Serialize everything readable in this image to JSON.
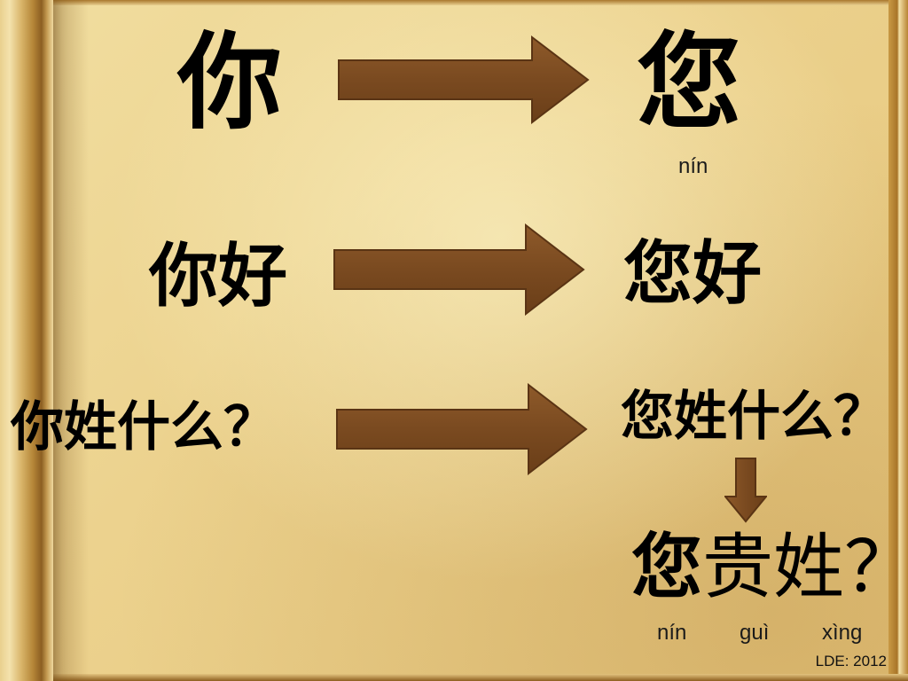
{
  "rows": [
    {
      "left": "你",
      "right": "您",
      "pinyin": "nín"
    },
    {
      "left": "你好",
      "right": "您好"
    },
    {
      "left": "你姓什么？",
      "right": "您姓什么？"
    }
  ],
  "result": {
    "text_first": "您",
    "text_rest": "贵姓？",
    "pinyin": [
      "nín",
      "guì",
      "xìng"
    ]
  },
  "credit": "LDE: 2012",
  "colors": {
    "arrow_fill": "#7d4d22",
    "arrow_stroke": "#5a3414",
    "paper": "#ecd28e"
  },
  "icons": {
    "arrow": "right-arrow-icon",
    "down_arrow": "down-arrow-icon"
  }
}
